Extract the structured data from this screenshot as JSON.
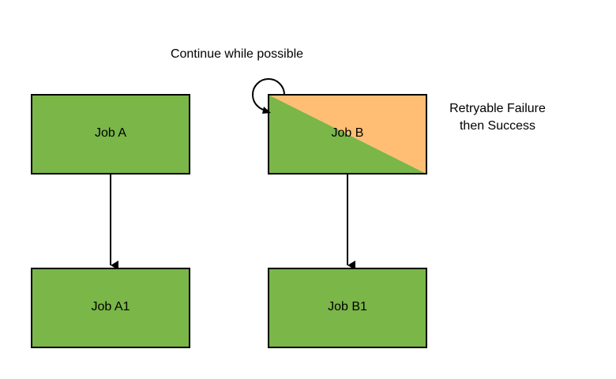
{
  "diagram": {
    "annotations": {
      "top": "Continue while possible",
      "side_line1": "Retryable Failure",
      "side_line2": "then Success"
    },
    "nodes": [
      {
        "id": "job-a",
        "label": "Job A",
        "status": "success"
      },
      {
        "id": "job-b",
        "label": "Job B",
        "status": "retryable-failure-then-success"
      },
      {
        "id": "job-a1",
        "label": "Job A1",
        "status": "success"
      },
      {
        "id": "job-b1",
        "label": "Job B1",
        "status": "success"
      }
    ],
    "edges": [
      {
        "from": "job-a",
        "to": "job-a1"
      },
      {
        "from": "job-b",
        "to": "job-b1"
      },
      {
        "from": "job-b",
        "to": "job-b",
        "kind": "self-loop"
      }
    ],
    "colors": {
      "success": "#7ab648",
      "retryable_failure": "#ffbe73",
      "border": "#000000",
      "text": "#000000"
    }
  }
}
